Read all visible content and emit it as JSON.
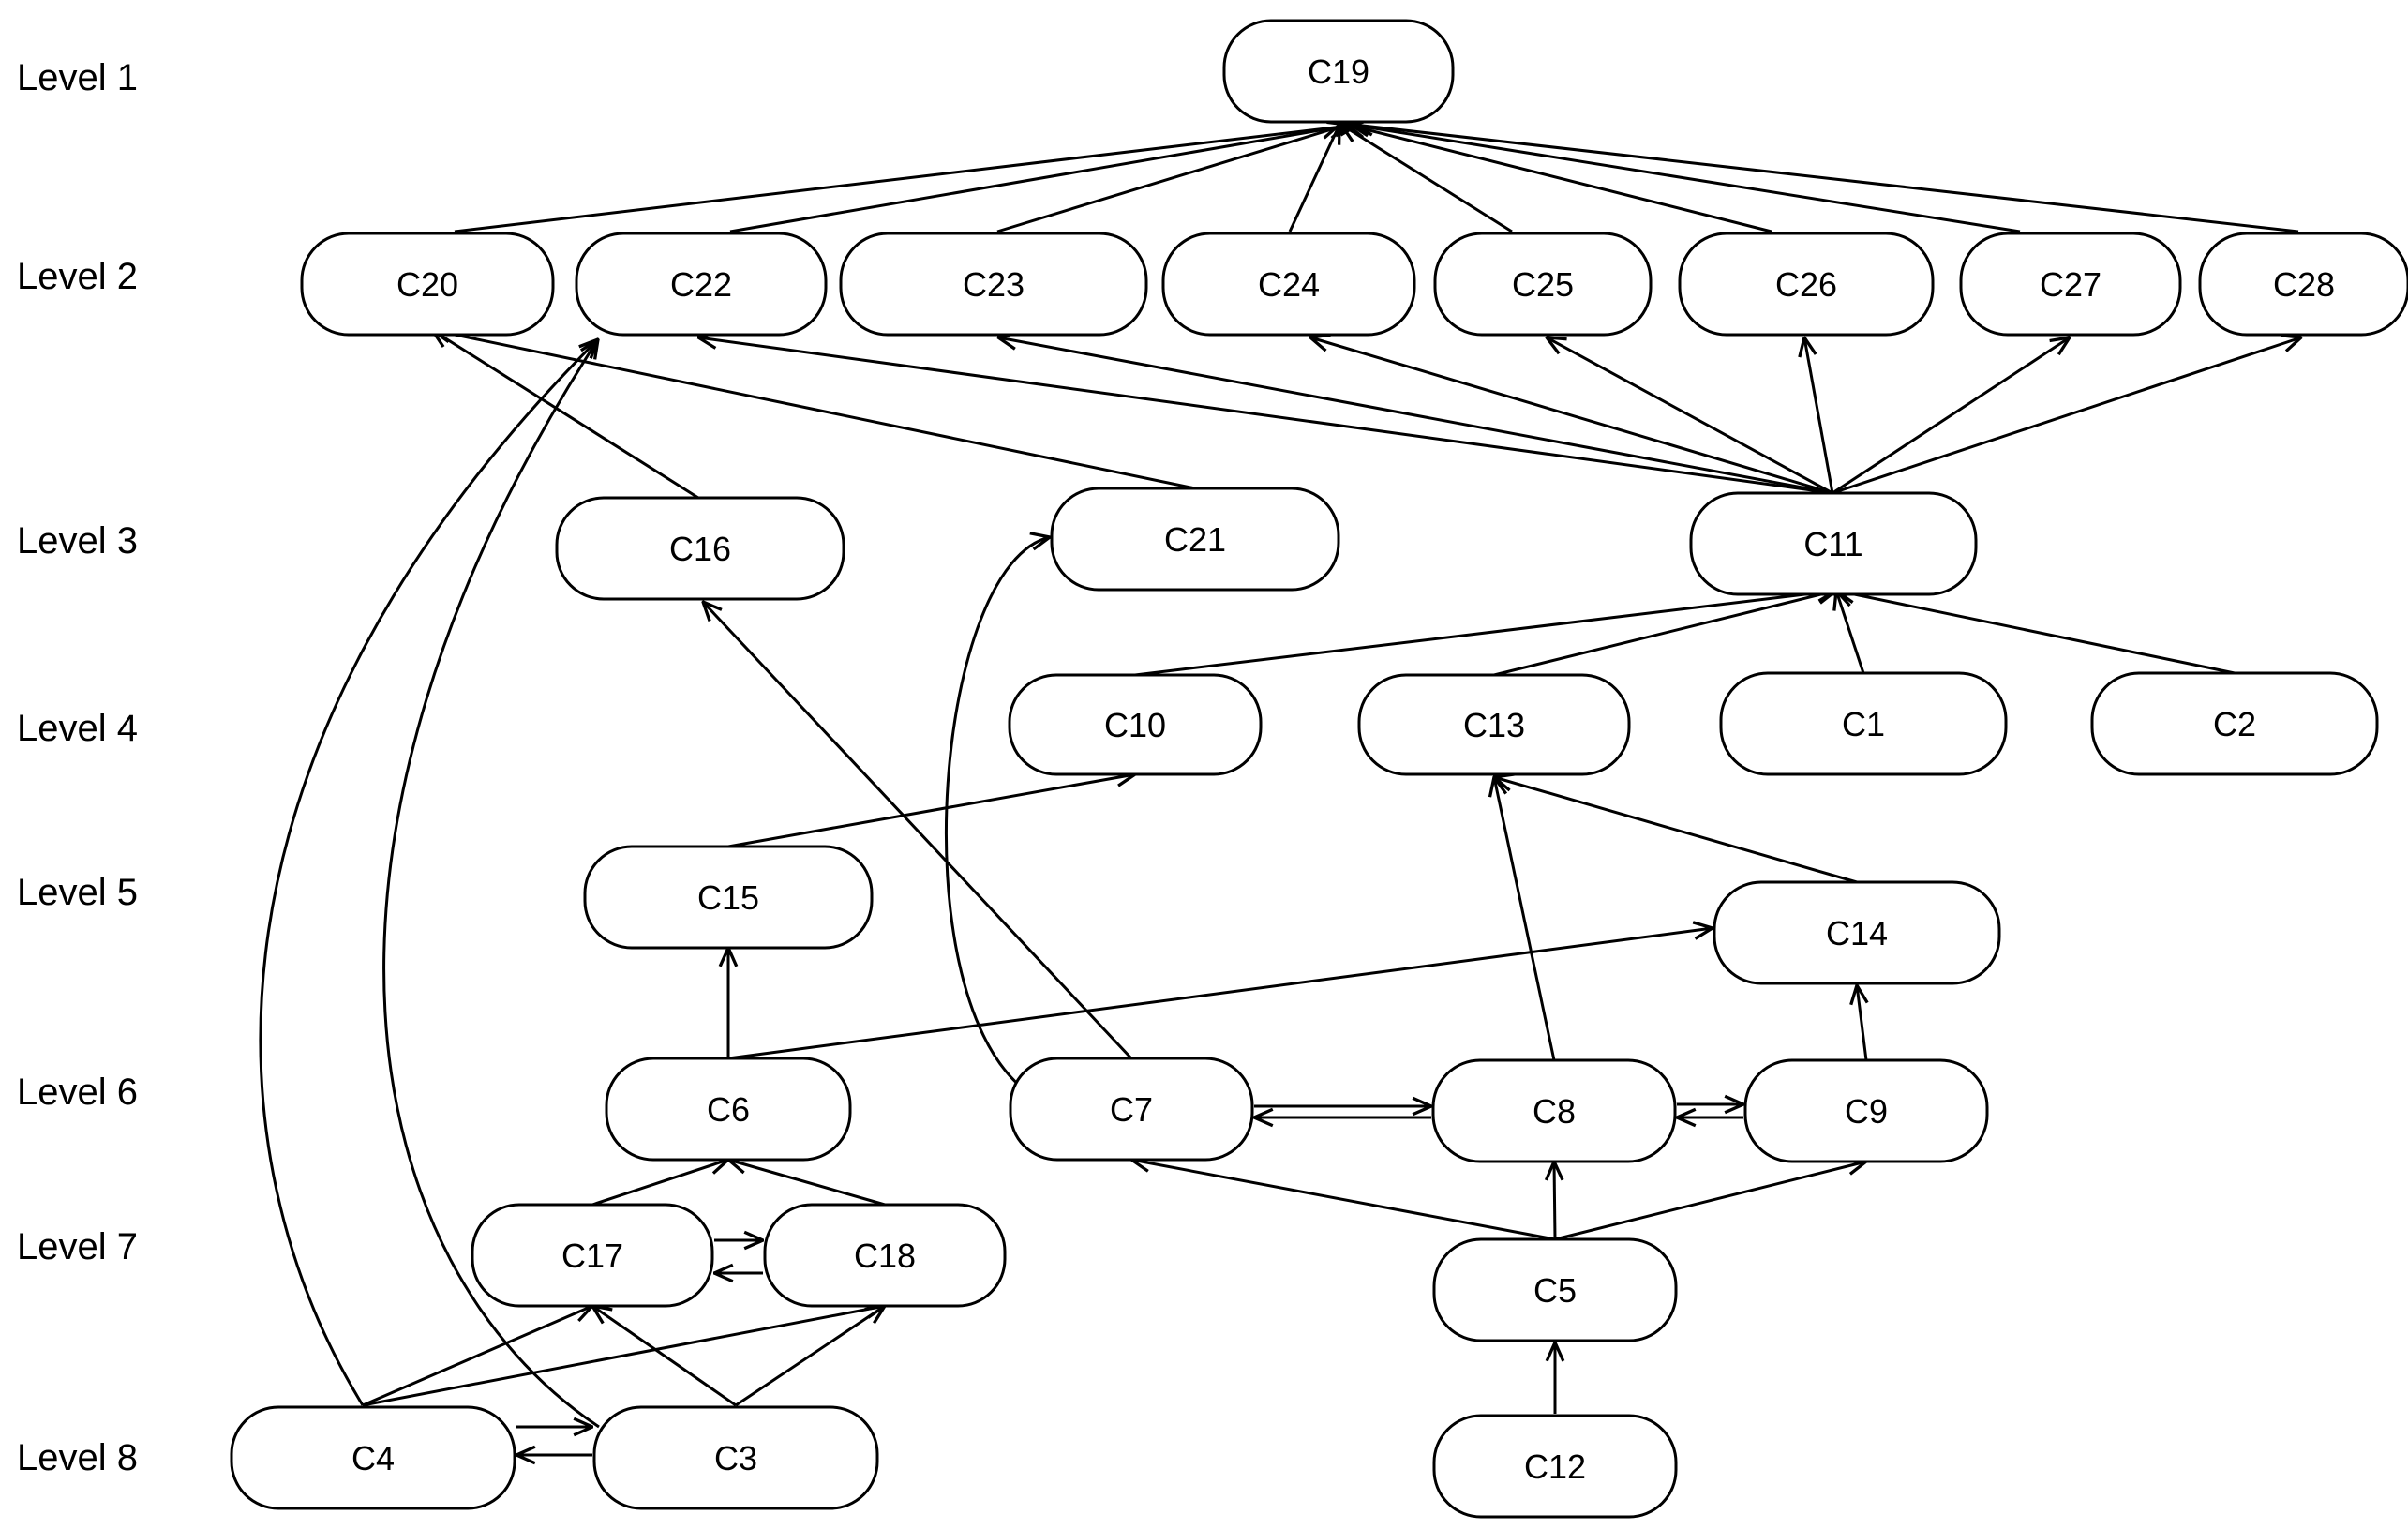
{
  "levels": [
    "Level 1",
    "Level 2",
    "Level 3",
    "Level 4",
    "Level 5",
    "Level 6",
    "Level 7",
    "Level 8"
  ],
  "nodes": [
    {
      "id": "C19",
      "label": "C19",
      "level": 1
    },
    {
      "id": "C20",
      "label": "C20",
      "level": 2
    },
    {
      "id": "C22",
      "label": "C22",
      "level": 2
    },
    {
      "id": "C23",
      "label": "C23",
      "level": 2
    },
    {
      "id": "C24",
      "label": "C24",
      "level": 2
    },
    {
      "id": "C25",
      "label": "C25",
      "level": 2
    },
    {
      "id": "C26",
      "label": "C26",
      "level": 2
    },
    {
      "id": "C27",
      "label": "C27",
      "level": 2
    },
    {
      "id": "C28",
      "label": "C28",
      "level": 2
    },
    {
      "id": "C16",
      "label": "C16",
      "level": 3
    },
    {
      "id": "C21",
      "label": "C21",
      "level": 3
    },
    {
      "id": "C11",
      "label": "C11",
      "level": 3
    },
    {
      "id": "C10",
      "label": "C10",
      "level": 4
    },
    {
      "id": "C13",
      "label": "C13",
      "level": 4
    },
    {
      "id": "C1",
      "label": "C1",
      "level": 4
    },
    {
      "id": "C2",
      "label": "C2",
      "level": 4
    },
    {
      "id": "C15",
      "label": "C15",
      "level": 5
    },
    {
      "id": "C14",
      "label": "C14",
      "level": 5
    },
    {
      "id": "C6",
      "label": "C6",
      "level": 6
    },
    {
      "id": "C7",
      "label": "C7",
      "level": 6
    },
    {
      "id": "C8",
      "label": "C8",
      "level": 6
    },
    {
      "id": "C9",
      "label": "C9",
      "level": 6
    },
    {
      "id": "C17",
      "label": "C17",
      "level": 7
    },
    {
      "id": "C18",
      "label": "C18",
      "level": 7
    },
    {
      "id": "C5",
      "label": "C5",
      "level": 7
    },
    {
      "id": "C4",
      "label": "C4",
      "level": 8
    },
    {
      "id": "C3",
      "label": "C3",
      "level": 8
    },
    {
      "id": "C12",
      "label": "C12",
      "level": 8
    }
  ],
  "edges": [
    {
      "from": "C20",
      "to": "C19"
    },
    {
      "from": "C22",
      "to": "C19"
    },
    {
      "from": "C23",
      "to": "C19"
    },
    {
      "from": "C24",
      "to": "C19"
    },
    {
      "from": "C25",
      "to": "C19"
    },
    {
      "from": "C26",
      "to": "C19"
    },
    {
      "from": "C27",
      "to": "C19"
    },
    {
      "from": "C28",
      "to": "C19"
    },
    {
      "from": "C11",
      "to": "C22"
    },
    {
      "from": "C11",
      "to": "C23"
    },
    {
      "from": "C11",
      "to": "C24"
    },
    {
      "from": "C11",
      "to": "C25"
    },
    {
      "from": "C11",
      "to": "C26"
    },
    {
      "from": "C11",
      "to": "C27"
    },
    {
      "from": "C11",
      "to": "C28"
    },
    {
      "from": "C16",
      "to": "C20"
    },
    {
      "from": "C21",
      "to": "C20"
    },
    {
      "from": "C4",
      "to": "C22"
    },
    {
      "from": "C3",
      "to": "C22"
    },
    {
      "from": "C10",
      "to": "C11"
    },
    {
      "from": "C13",
      "to": "C11"
    },
    {
      "from": "C1",
      "to": "C11"
    },
    {
      "from": "C2",
      "to": "C11"
    },
    {
      "from": "C15",
      "to": "C10"
    },
    {
      "from": "C14",
      "to": "C13"
    },
    {
      "from": "C6",
      "to": "C15"
    },
    {
      "from": "C6",
      "to": "C14"
    },
    {
      "from": "C7",
      "to": "C16"
    },
    {
      "from": "C7",
      "to": "C21"
    },
    {
      "from": "C7",
      "to": "C8"
    },
    {
      "from": "C8",
      "to": "C7"
    },
    {
      "from": "C8",
      "to": "C13"
    },
    {
      "from": "C8",
      "to": "C9"
    },
    {
      "from": "C9",
      "to": "C8"
    },
    {
      "from": "C9",
      "to": "C14"
    },
    {
      "from": "C17",
      "to": "C6"
    },
    {
      "from": "C18",
      "to": "C6"
    },
    {
      "from": "C17",
      "to": "C18"
    },
    {
      "from": "C18",
      "to": "C17"
    },
    {
      "from": "C5",
      "to": "C7"
    },
    {
      "from": "C5",
      "to": "C8"
    },
    {
      "from": "C5",
      "to": "C9"
    },
    {
      "from": "C4",
      "to": "C17"
    },
    {
      "from": "C4",
      "to": "C18"
    },
    {
      "from": "C3",
      "to": "C17"
    },
    {
      "from": "C3",
      "to": "C18"
    },
    {
      "from": "C4",
      "to": "C3"
    },
    {
      "from": "C3",
      "to": "C4"
    },
    {
      "from": "C12",
      "to": "C5"
    }
  ]
}
